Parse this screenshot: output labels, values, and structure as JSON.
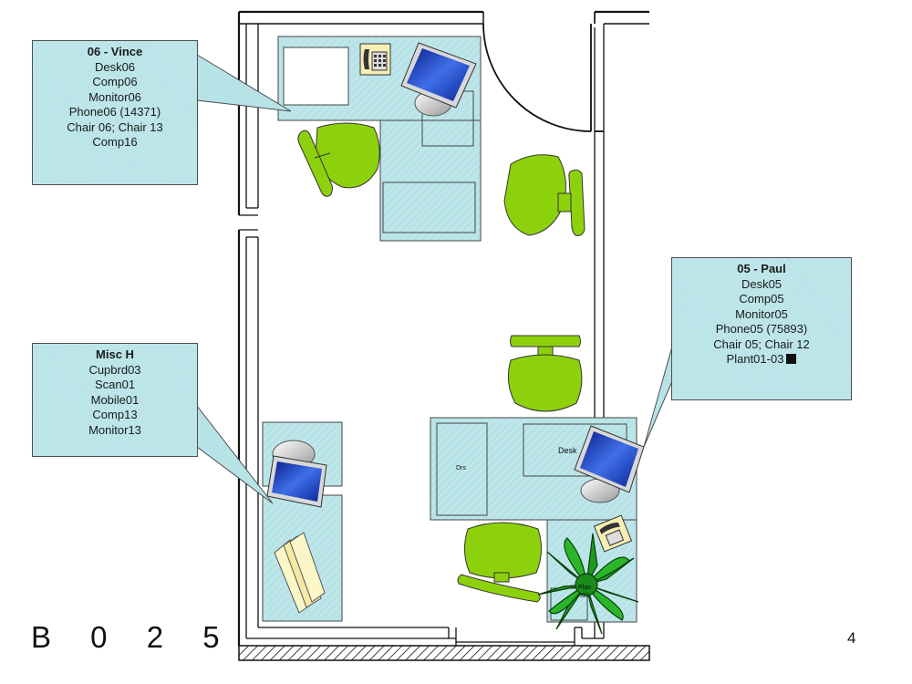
{
  "room": {
    "label": "B 0 2 5"
  },
  "page_number": "4",
  "callouts": {
    "vince": {
      "title": "06 - Vince",
      "lines": [
        "Desk06",
        "Comp06",
        "Monitor06",
        "Phone06 (14371)",
        "Chair 06; Chair 13",
        "Comp16"
      ]
    },
    "paul": {
      "title": "05 - Paul",
      "lines": [
        "Desk05",
        "Comp05",
        "Monitor05",
        "Phone05 (75893)",
        "Chair 05; Chair 12",
        "Plant01-03"
      ]
    },
    "misc": {
      "title": "Misc H",
      "lines": [
        "Cupbrd03",
        "Scan01",
        "Mobile01",
        "Comp13",
        "Monitor13"
      ]
    }
  },
  "plan_labels": {
    "desk_label": "Desk",
    "drawers_label": "Drs",
    "plant_label_1": "Plan",
    "plant_label_2": "t01"
  },
  "colors": {
    "desk_fill": "#b7e3e7",
    "chair_green": "#8dd10d",
    "wall_line": "#111111",
    "monitor_blue": "#1b3fc4"
  }
}
